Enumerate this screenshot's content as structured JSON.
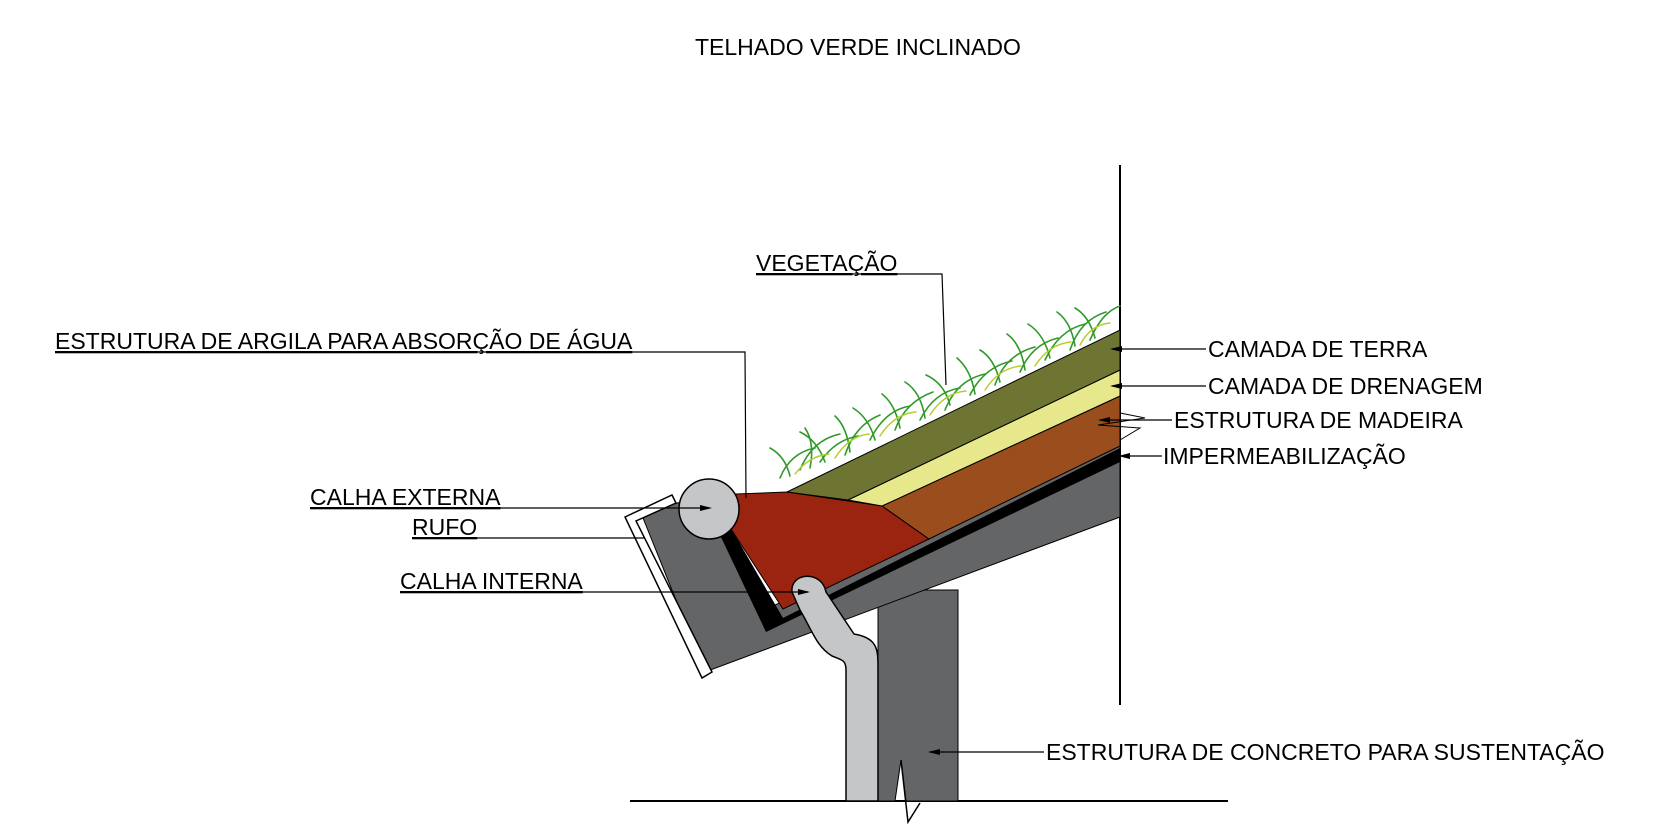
{
  "title": "TELHADO VERDE INCLINADO",
  "labels": {
    "vegetacao": "VEGETAÇÃO",
    "argila": "ESTRUTURA DE ARGILA PARA ABSORÇÃO DE ÁGUA",
    "calha_externa": "CALHA EXTERNA",
    "rufo": "RUFO",
    "calha_interna": "CALHA INTERNA",
    "camada_terra": "CAMADA DE TERRA",
    "camada_drenagem": "CAMADA DE DRENAGEM",
    "estrutura_madeira": "ESTRUTURA DE MADEIRA",
    "impermeabilizacao": "IMPERMEABILIZAÇÃO",
    "estrutura_concreto": "ESTRUTURA DE CONCRETO PARA SUSTENTAÇÃO"
  },
  "colors": {
    "concrete": "#646566",
    "membrane": "#000000",
    "clay": "#9b2410",
    "wood": "#9a4e1d",
    "drainage": "#e6e88b",
    "soil": "#6e7533",
    "gutter": "#c5c6c8",
    "grass": "#2f9a2a",
    "grass_light": "#b6cc2c"
  }
}
